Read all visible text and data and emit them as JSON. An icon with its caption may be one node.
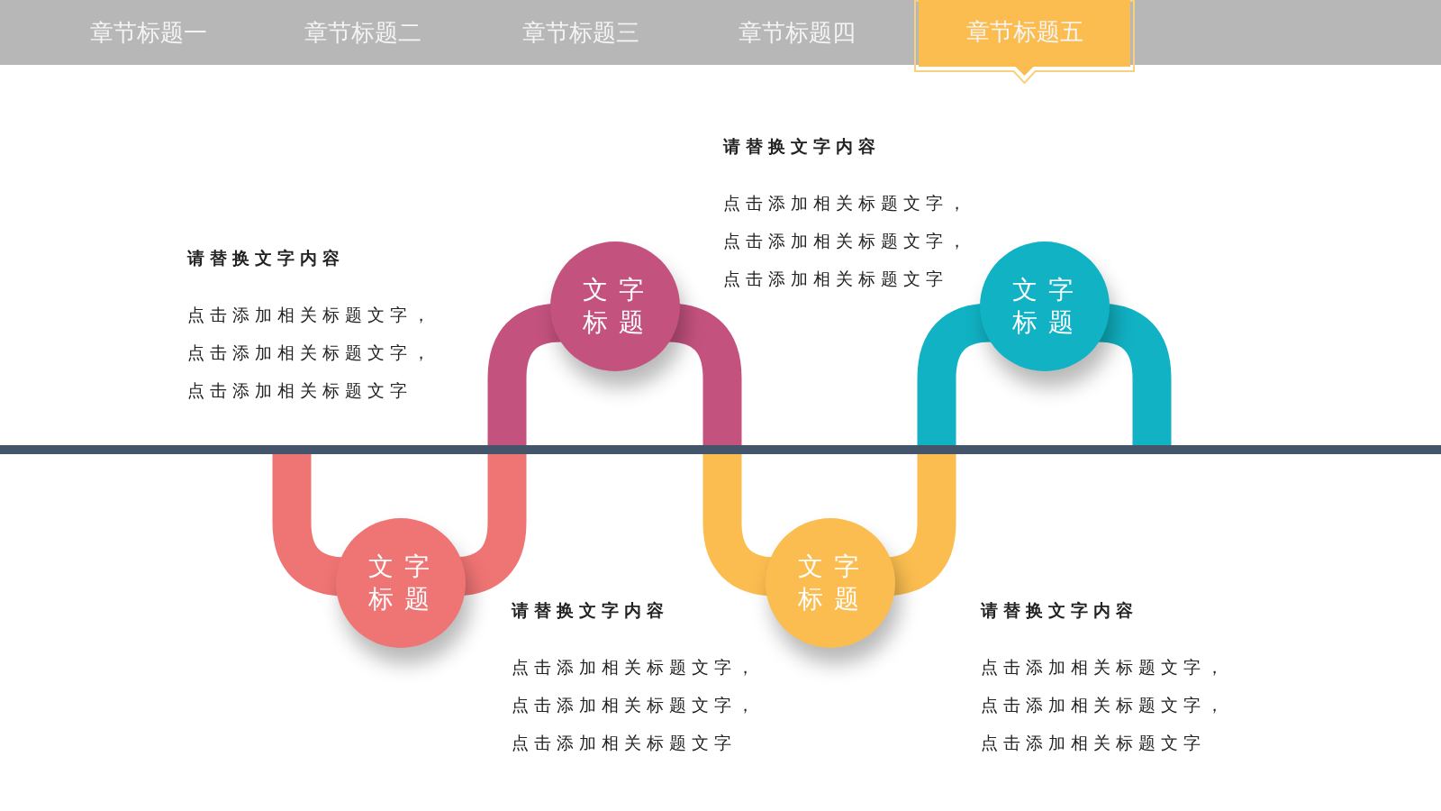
{
  "diagram": {
    "nodes": [
      {
        "text": [
          "章节标题一"
        ]
      },
      {
        "text": [
          "章节标题二"
        ]
      },
      {
        "text": [
          "章节标题三"
        ]
      },
      {
        "text": [
          "章节标题四"
        ]
      },
      {
        "text": [
          "章节标题五"
        ]
      },
      {
        "text": [
          "文字标题"
        ]
      },
      {
        "text": [
          "文字标题"
        ]
      },
      {
        "text": [
          "文字标题"
        ]
      },
      {
        "text": [
          "文字标题"
        ]
      }
    ],
    "labels": [
      "请替换文字内容",
      "点击添加相关标题文字，点击添加相关标题文字，点击添加相关标题文字",
      "请替换文字内容",
      "点击添加相关标题文字，点击添加相关标题文字，点击添加相关标题文字",
      "请替换文字内容",
      "点击添加相关标题文字，点击添加相关标题文字，点击添加相关标题文字",
      "请替换文字内容",
      "点击添加相关标题文字，点击添加相关标题文字，点击添加相关标题文字"
    ]
  }
}
